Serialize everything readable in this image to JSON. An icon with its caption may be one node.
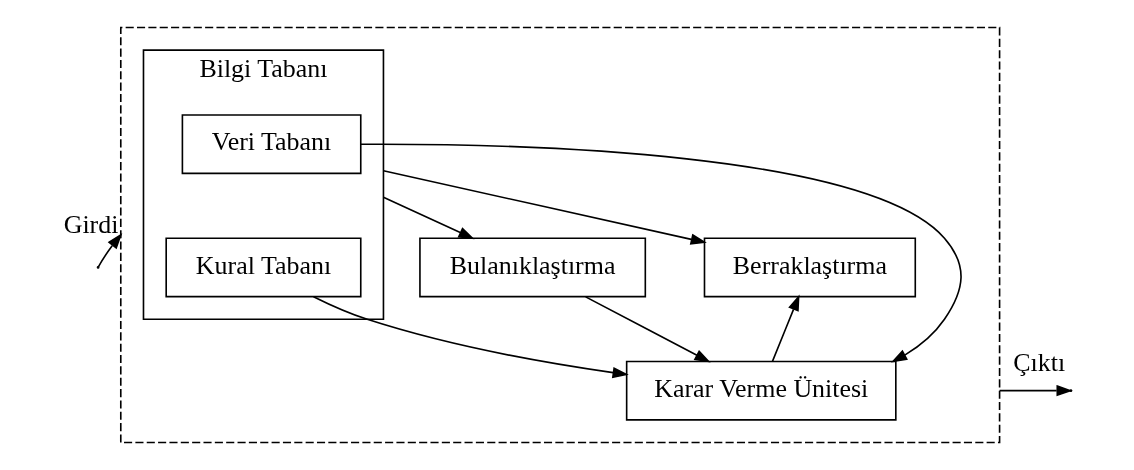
{
  "diagram": {
    "nodes": [
      {
        "text": [],
        "shape": "box"
      },
      {
        "text": [
          "Bilgi Tabanı"
        ],
        "in": 0
      },
      {
        "text": [
          "Veri Tabanı"
        ],
        "in": 1
      },
      {
        "text": [
          "Kural Tabanı"
        ],
        "in": 1
      },
      {
        "text": [
          "Bulanıklaştırma"
        ],
        "in": 0
      },
      {
        "text": [
          "Berraklaştırma"
        ],
        "in": 0
      },
      {
        "text": [
          "Karar Verme Ünitesi"
        ],
        "in": 0
      }
    ],
    "edges": [
      {
        "from": 1,
        "to": 4,
        "arrow": "to"
      },
      {
        "from": 1,
        "to": 5,
        "arrow": "to"
      },
      {
        "from": 2,
        "to": 6,
        "arrow": "to"
      },
      {
        "from": 3,
        "to": 6,
        "arrow": "to"
      },
      {
        "from": 4,
        "to": 6,
        "arrow": "to"
      },
      {
        "from": 6,
        "to": 5,
        "arrow": "to"
      },
      {
        "from": 0,
        "to": null,
        "arrow": "to",
        "label": "Çıktı"
      },
      {
        "from": null,
        "to": 0,
        "arrow": "to",
        "label": "Girdi"
      }
    ]
  }
}
